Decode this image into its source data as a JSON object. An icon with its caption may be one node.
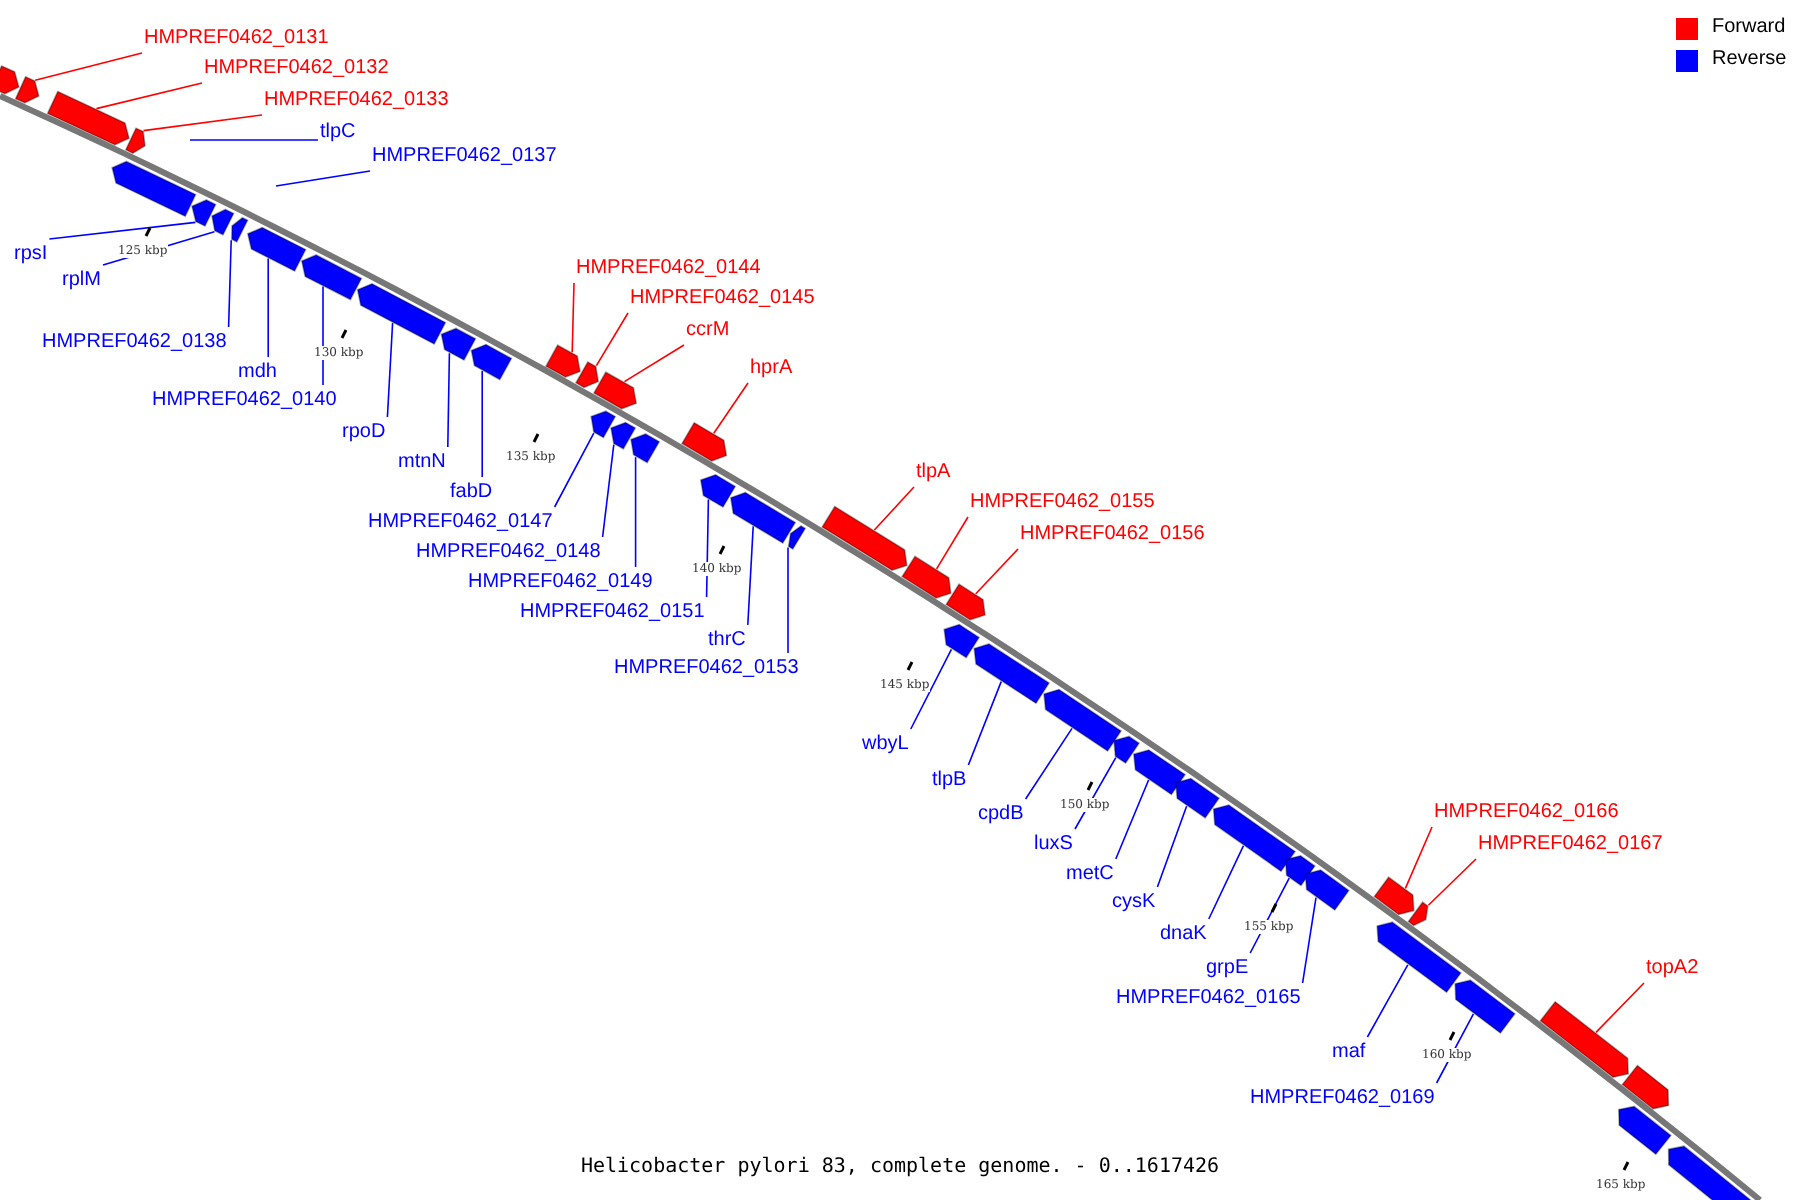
{
  "diagram": {
    "caption": "Helicobacter pylori 83, complete genome. - 0..1617426",
    "nodes": [
      {
        "text": [
          "HMPREF0462_0131"
        ]
      },
      {
        "text": [
          "HMPREF0462_0132"
        ]
      },
      {
        "text": [
          "HMPREF0462_0133"
        ]
      },
      {
        "text": [
          "tlpC"
        ]
      },
      {
        "text": [
          "HMPREF0462_0137"
        ]
      },
      {
        "text": [
          "rpsI"
        ]
      },
      {
        "text": [
          "rplM"
        ]
      },
      {
        "text": [
          "HMPREF0462_0138"
        ]
      },
      {
        "text": [
          "mdh"
        ]
      },
      {
        "text": [
          "HMPREF0462_0140"
        ]
      },
      {
        "text": [
          "rpoD"
        ]
      },
      {
        "text": [
          "mtnN"
        ]
      },
      {
        "text": [
          "fabD"
        ]
      },
      {
        "text": [
          "HMPREF0462_0144"
        ]
      },
      {
        "text": [
          "HMPREF0462_0145"
        ]
      },
      {
        "text": [
          "ccrM"
        ]
      },
      {
        "text": [
          "hprA"
        ]
      },
      {
        "text": [
          "HMPREF0462_0147"
        ]
      },
      {
        "text": [
          "HMPREF0462_0148"
        ]
      },
      {
        "text": [
          "HMPREF0462_0149"
        ]
      },
      {
        "text": [
          "HMPREF0462_0151"
        ]
      },
      {
        "text": [
          "thrC"
        ]
      },
      {
        "text": [
          "HMPREF0462_0153"
        ]
      },
      {
        "text": [
          "tlpA"
        ]
      },
      {
        "text": [
          "HMPREF0462_0155"
        ]
      },
      {
        "text": [
          "HMPREF0462_0156"
        ]
      },
      {
        "text": [
          "wbyL"
        ]
      },
      {
        "text": [
          "tlpB"
        ]
      },
      {
        "text": [
          "cpdB"
        ]
      },
      {
        "text": [
          "luxS"
        ]
      },
      {
        "text": [
          "metC"
        ]
      },
      {
        "text": [
          "cysK"
        ]
      },
      {
        "text": [
          "dnaK"
        ]
      },
      {
        "text": [
          "grpE"
        ]
      },
      {
        "text": [
          "HMPREF0462_0165"
        ]
      },
      {
        "text": [
          "HMPREF0462_0166"
        ]
      },
      {
        "text": [
          "HMPREF0462_0167"
        ]
      },
      {
        "text": [
          "maf"
        ]
      },
      {
        "text": [
          "HMPREF0462_0169"
        ]
      },
      {
        "text": [
          "topA2"
        ]
      },
      {
        "text": [],
        "shape": "bar"
      },
      {
        "text": [],
        "shape": "bar"
      },
      {
        "text": [],
        "shape": "bar"
      },
      {
        "text": [],
        "shape": "bar"
      },
      {
        "text": [],
        "shape": "bar"
      },
      {
        "text": [],
        "shape": "bar"
      },
      {
        "text": [],
        "shape": "bar"
      },
      {
        "text": [],
        "shape": "bar"
      },
      {
        "text": [],
        "shape": "bar"
      },
      {
        "text": [],
        "shape": "bar"
      },
      {
        "text": [],
        "shape": "bar"
      },
      {
        "text": [],
        "shape": "bar"
      },
      {
        "text": [],
        "shape": "bar"
      },
      {
        "text": [],
        "shape": "bar"
      },
      {
        "text": [],
        "shape": "bar"
      },
      {
        "text": [],
        "shape": "bar"
      },
      {
        "text": [],
        "shape": "bar"
      },
      {
        "text": [],
        "shape": "bar"
      },
      {
        "text": [],
        "shape": "bar"
      },
      {
        "text": [],
        "shape": "bar"
      },
      {
        "text": [],
        "shape": "bar"
      },
      {
        "text": [],
        "shape": "bar"
      },
      {
        "text": [],
        "shape": "bar"
      },
      {
        "text": [],
        "shape": "bar"
      },
      {
        "text": [],
        "shape": "bar"
      },
      {
        "text": [],
        "shape": "bar"
      },
      {
        "text": [],
        "shape": "bar"
      },
      {
        "text": [],
        "shape": "bar"
      },
      {
        "text": [],
        "shape": "bar"
      },
      {
        "text": [],
        "shape": "bar"
      },
      {
        "text": [],
        "shape": "bar"
      },
      {
        "text": [],
        "shape": "bar"
      },
      {
        "text": [],
        "shape": "bar"
      },
      {
        "text": [],
        "shape": "bar"
      },
      {
        "text": [],
        "shape": "bar"
      },
      {
        "text": [],
        "shape": "bar"
      },
      {
        "text": [],
        "shape": "bar"
      },
      {
        "text": [],
        "shape": "bar"
      },
      {
        "text": [],
        "shape": "bar"
      },
      {
        "text": [],
        "shape": "bar"
      },
      {
        "text": [],
        "shape": "bar"
      },
      {
        "text": [],
        "shape": "bar"
      },
      {
        "text": [],
        "shape": "bar"
      }
    ],
    "edges": [
      {
        "from": 0,
        "to": 41,
        "arrow": "none",
        "color": "#ff0000"
      },
      {
        "from": 1,
        "to": 42,
        "arrow": "none",
        "color": "#ff0000"
      },
      {
        "from": 2,
        "to": 43,
        "arrow": "none",
        "color": "#ff0000"
      },
      {
        "from": 3,
        "to": null,
        "arrow": "none"
      },
      {
        "from": 4,
        "to": null,
        "arrow": "none"
      },
      {
        "from": 5,
        "to": 45,
        "arrow": "none"
      },
      {
        "from": 6,
        "to": 46,
        "arrow": "none"
      },
      {
        "from": 7,
        "to": 47,
        "arrow": "none"
      },
      {
        "from": 8,
        "to": 48,
        "arrow": "none"
      },
      {
        "from": 9,
        "to": 49,
        "arrow": "none"
      },
      {
        "from": 10,
        "to": 50,
        "arrow": "none"
      },
      {
        "from": 11,
        "to": 51,
        "arrow": "none"
      },
      {
        "from": 12,
        "to": 52,
        "arrow": "none"
      },
      {
        "from": 13,
        "to": 53,
        "arrow": "none",
        "color": "#ff0000"
      },
      {
        "from": 14,
        "to": 54,
        "arrow": "none",
        "color": "#ff0000"
      },
      {
        "from": 15,
        "to": 55,
        "arrow": "none",
        "color": "#ff0000"
      },
      {
        "from": 16,
        "to": 59,
        "arrow": "none",
        "color": "#ff0000"
      },
      {
        "from": 17,
        "to": 56,
        "arrow": "none"
      },
      {
        "from": 18,
        "to": 57,
        "arrow": "none"
      },
      {
        "from": 19,
        "to": 58,
        "arrow": "none"
      },
      {
        "from": 20,
        "to": 60,
        "arrow": "none"
      },
      {
        "from": 21,
        "to": 61,
        "arrow": "none"
      },
      {
        "from": 22,
        "to": 62,
        "arrow": "none"
      },
      {
        "from": 23,
        "to": 63,
        "arrow": "none",
        "color": "#ff0000"
      },
      {
        "from": 24,
        "to": 64,
        "arrow": "none",
        "color": "#ff0000"
      },
      {
        "from": 25,
        "to": 65,
        "arrow": "none",
        "color": "#ff0000"
      },
      {
        "from": 26,
        "to": 66,
        "arrow": "none"
      },
      {
        "from": 27,
        "to": 67,
        "arrow": "none"
      },
      {
        "from": 28,
        "to": 68,
        "arrow": "none"
      },
      {
        "from": 29,
        "to": 69,
        "arrow": "none"
      },
      {
        "from": 30,
        "to": 70,
        "arrow": "none"
      },
      {
        "from": 31,
        "to": 71,
        "arrow": "none"
      },
      {
        "from": 32,
        "to": 72,
        "arrow": "none"
      },
      {
        "from": 33,
        "to": 73,
        "arrow": "none"
      },
      {
        "from": 34,
        "to": 74,
        "arrow": "none"
      },
      {
        "from": 35,
        "to": 75,
        "arrow": "none",
        "color": "#ff0000"
      },
      {
        "from": 36,
        "to": 76,
        "arrow": "none",
        "color": "#ff0000"
      },
      {
        "from": 37,
        "to": 77,
        "arrow": "none"
      },
      {
        "from": 38,
        "to": 78,
        "arrow": "none"
      },
      {
        "from": 39,
        "to": 79,
        "arrow": "none",
        "color": "#ff0000"
      }
    ],
    "labels": [
      "125 kbp",
      "130 kbp",
      "135 kbp",
      "140 kbp",
      "145 kbp",
      "150 kbp",
      "155 kbp",
      "160 kbp",
      "165 kbp"
    ],
    "legend": [
      {
        "text": "Forward",
        "color": "#ff0000"
      },
      {
        "text": "Reverse",
        "color": "#0000ff"
      }
    ]
  }
}
